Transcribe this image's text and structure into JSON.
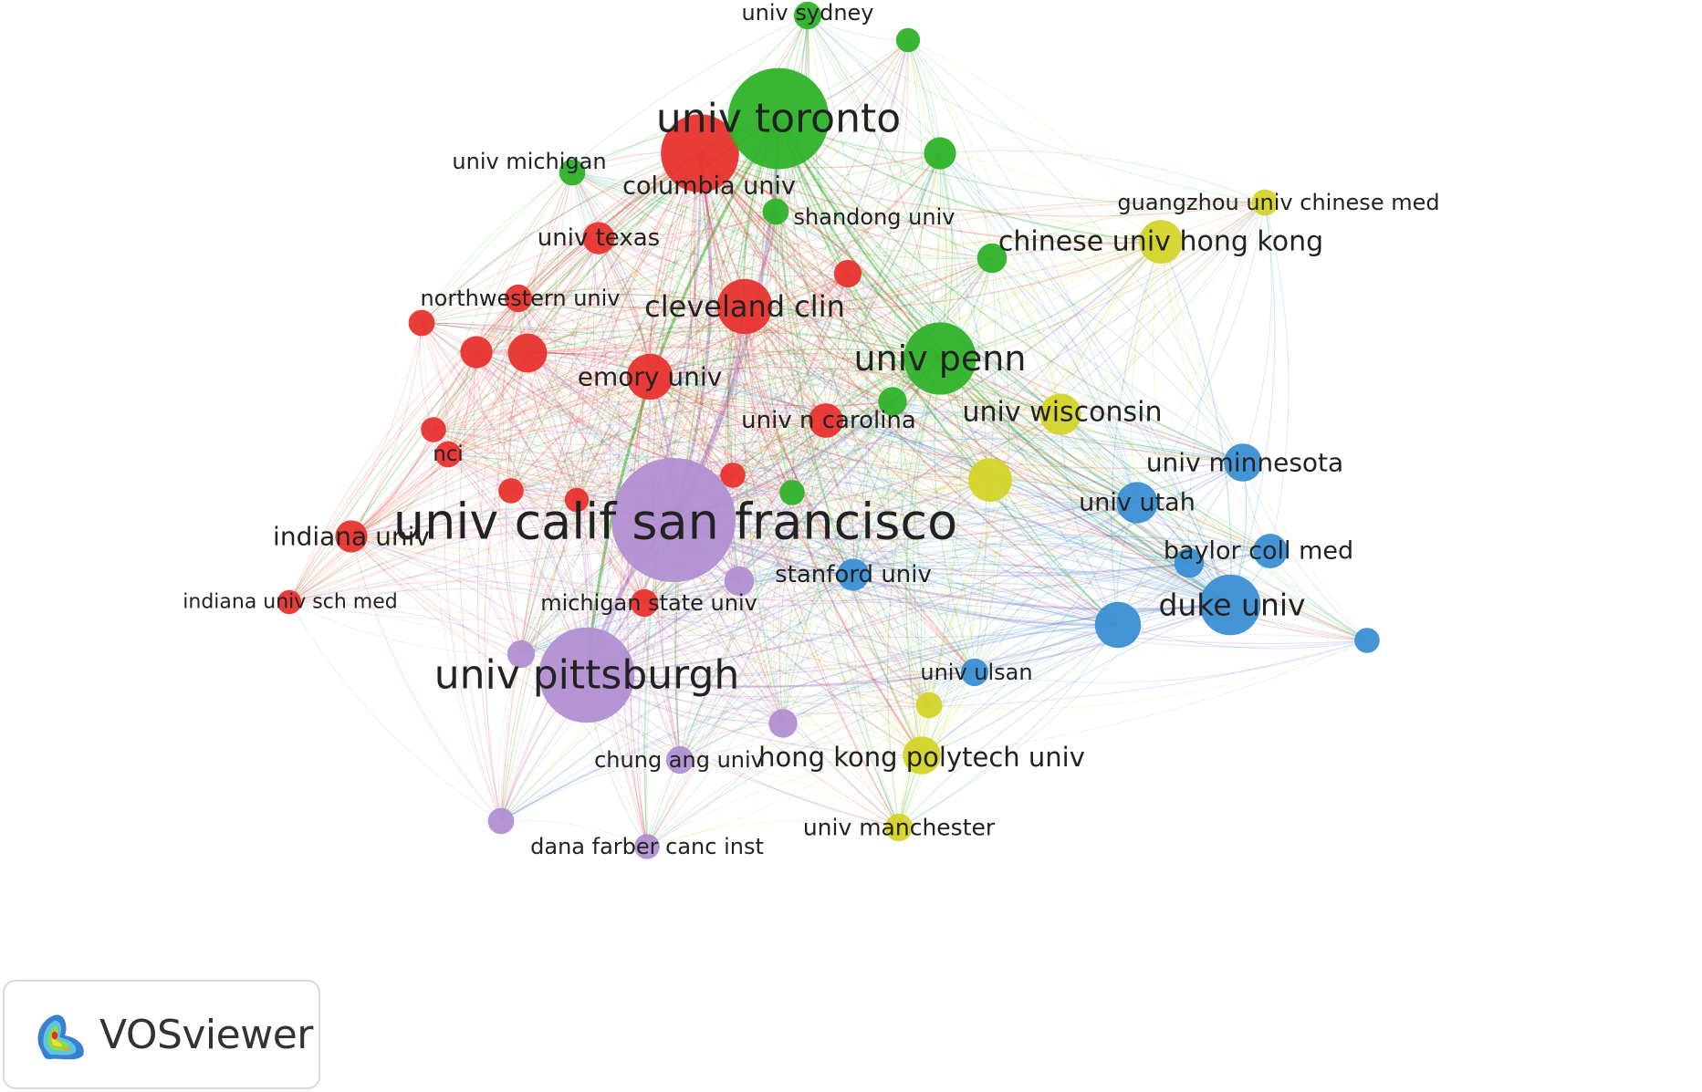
{
  "brand": {
    "name": "VOSviewer",
    "icon": "vosviewer-density-logo-icon"
  },
  "cluster_colors": {
    "red": "#e8332f",
    "green": "#2fb22a",
    "blue": "#3b8fd4",
    "yellow": "#d4d42a",
    "purple": "#b18fd1"
  },
  "nodes": [
    {
      "id": "ucsf",
      "label": "univ calif san francisco",
      "cluster": "purple",
      "weight": 10
    },
    {
      "id": "toronto",
      "label": "univ toronto",
      "cluster": "green",
      "weight": 8
    },
    {
      "id": "pittsburgh",
      "label": "univ pittsburgh",
      "cluster": "purple",
      "weight": 7.5
    },
    {
      "id": "penn",
      "label": "univ penn",
      "cluster": "green",
      "weight": 5.5
    },
    {
      "id": "columbia",
      "label": "columbia univ",
      "cluster": "red",
      "weight": 6
    },
    {
      "id": "cleveland",
      "label": "cleveland clin",
      "cluster": "red",
      "weight": 4
    },
    {
      "id": "duke",
      "label": "duke univ",
      "cluster": "blue",
      "weight": 4.5
    },
    {
      "id": "hk_polytech",
      "label": "hong kong polytech univ",
      "cluster": "yellow",
      "weight": 2.5
    },
    {
      "id": "cuhk",
      "label": "chinese univ hong kong",
      "cluster": "yellow",
      "weight": 3
    },
    {
      "id": "wisconsin",
      "label": "univ wisconsin",
      "cluster": "yellow",
      "weight": 2.8
    },
    {
      "id": "emory",
      "label": "emory univ",
      "cluster": "red",
      "weight": 3.2
    },
    {
      "id": "utah",
      "label": "univ utah",
      "cluster": "blue",
      "weight": 2.8
    },
    {
      "id": "minnesota",
      "label": "univ minnesota",
      "cluster": "blue",
      "weight": 2.5
    },
    {
      "id": "baylor",
      "label": "baylor coll med",
      "cluster": "blue",
      "weight": 2.2
    },
    {
      "id": "stanford",
      "label": "stanford univ",
      "cluster": "blue",
      "weight": 2
    },
    {
      "id": "n_carolina",
      "label": "univ n carolina",
      "cluster": "red",
      "weight": 2.2
    },
    {
      "id": "indiana",
      "label": "indiana univ",
      "cluster": "red",
      "weight": 2
    },
    {
      "id": "texas",
      "label": "univ texas",
      "cluster": "red",
      "weight": 2
    },
    {
      "id": "northwestern",
      "label": "northwestern univ",
      "cluster": "red",
      "weight": 1.6
    },
    {
      "id": "michigan_state",
      "label": "michigan state univ",
      "cluster": "red",
      "weight": 1.6
    },
    {
      "id": "michigan",
      "label": "univ michigan",
      "cluster": "green",
      "weight": 1.5
    },
    {
      "id": "shandong",
      "label": "shandong univ",
      "cluster": "green",
      "weight": 1.5
    },
    {
      "id": "sydney",
      "label": "univ sydney",
      "cluster": "green",
      "weight": 1.6
    },
    {
      "id": "guangzhou",
      "label": "guangzhou univ chinese med",
      "cluster": "yellow",
      "weight": 1.5
    },
    {
      "id": "ulsan",
      "label": "univ ulsan",
      "cluster": "blue",
      "weight": 1.6
    },
    {
      "id": "manchester",
      "label": "univ manchester",
      "cluster": "yellow",
      "weight": 1.6
    },
    {
      "id": "chung_ang",
      "label": "chung ang univ",
      "cluster": "purple",
      "weight": 1.6
    },
    {
      "id": "dana_farber",
      "label": "dana farber canc inst",
      "cluster": "purple",
      "weight": 1.4
    },
    {
      "id": "indiana_sch_med",
      "label": "indiana univ sch med",
      "cluster": "red",
      "weight": 1.3
    },
    {
      "id": "nci",
      "label": "nci",
      "cluster": "red",
      "weight": 1.5
    },
    {
      "id": "r_a",
      "label": "",
      "cluster": "red",
      "weight": 2.6
    },
    {
      "id": "r_b",
      "label": "",
      "cluster": "red",
      "weight": 2
    },
    {
      "id": "r_c",
      "label": "",
      "cluster": "red",
      "weight": 1.5
    },
    {
      "id": "r_d",
      "label": "",
      "cluster": "red",
      "weight": 1.4
    },
    {
      "id": "r_e",
      "label": "",
      "cluster": "red",
      "weight": 1.4
    },
    {
      "id": "r_f",
      "label": "",
      "cluster": "red",
      "weight": 1.3
    },
    {
      "id": "r_g",
      "label": "",
      "cluster": "red",
      "weight": 1.4
    },
    {
      "id": "r_h",
      "label": "",
      "cluster": "red",
      "weight": 1.6
    },
    {
      "id": "g_a",
      "label": "",
      "cluster": "green",
      "weight": 2
    },
    {
      "id": "g_b",
      "label": "",
      "cluster": "green",
      "weight": 1.8
    },
    {
      "id": "g_c",
      "label": "",
      "cluster": "green",
      "weight": 1.7
    },
    {
      "id": "g_d",
      "label": "",
      "cluster": "green",
      "weight": 1.3
    },
    {
      "id": "g_e",
      "label": "",
      "cluster": "green",
      "weight": 1.4
    },
    {
      "id": "y_a",
      "label": "",
      "cluster": "yellow",
      "weight": 3
    },
    {
      "id": "y_b",
      "label": "",
      "cluster": "yellow",
      "weight": 1.5
    },
    {
      "id": "b_a",
      "label": "",
      "cluster": "blue",
      "weight": 3.2
    },
    {
      "id": "b_b",
      "label": "",
      "cluster": "blue",
      "weight": 1.4
    },
    {
      "id": "b_c",
      "label": "",
      "cluster": "blue",
      "weight": 1.8
    },
    {
      "id": "p_a",
      "label": "",
      "cluster": "purple",
      "weight": 1.8
    },
    {
      "id": "p_b",
      "label": "",
      "cluster": "purple",
      "weight": 1.6
    },
    {
      "id": "p_c",
      "label": "",
      "cluster": "purple",
      "weight": 1.7
    },
    {
      "id": "p_d",
      "label": "",
      "cluster": "purple",
      "weight": 1.5
    }
  ]
}
